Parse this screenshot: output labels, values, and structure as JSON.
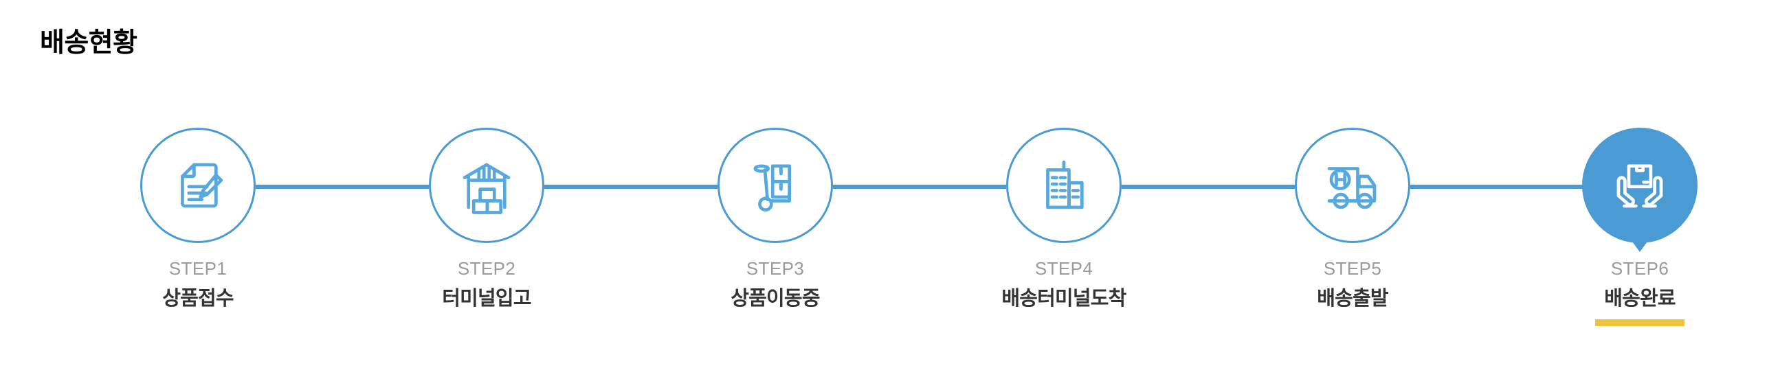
{
  "page": {
    "title": "배송현황",
    "background_color": "#ffffff"
  },
  "theme": {
    "accent_blue": "#4a9bd3",
    "icon_blue": "#57a8dc",
    "active_underline_yellow": "#edc53f",
    "step_number_gray": "#9b9b9b",
    "step_label_dark": "#333333"
  },
  "tracker": {
    "current_step": 6,
    "total_steps": 6,
    "steps": [
      {
        "number": "STEP1",
        "label": "상품접수",
        "icon": "document-pencil-icon",
        "active": false
      },
      {
        "number": "STEP2",
        "label": "터미널입고",
        "icon": "warehouse-boxes-icon",
        "active": false
      },
      {
        "number": "STEP3",
        "label": "상품이동중",
        "icon": "hand-truck-boxes-icon",
        "active": false
      },
      {
        "number": "STEP4",
        "label": "배송터미널도착",
        "icon": "buildings-icon",
        "active": false
      },
      {
        "number": "STEP5",
        "label": "배송출발",
        "icon": "delivery-truck-icon",
        "active": false
      },
      {
        "number": "STEP6",
        "label": "배송완료",
        "icon": "hands-holding-box-icon",
        "active": true
      }
    ]
  }
}
